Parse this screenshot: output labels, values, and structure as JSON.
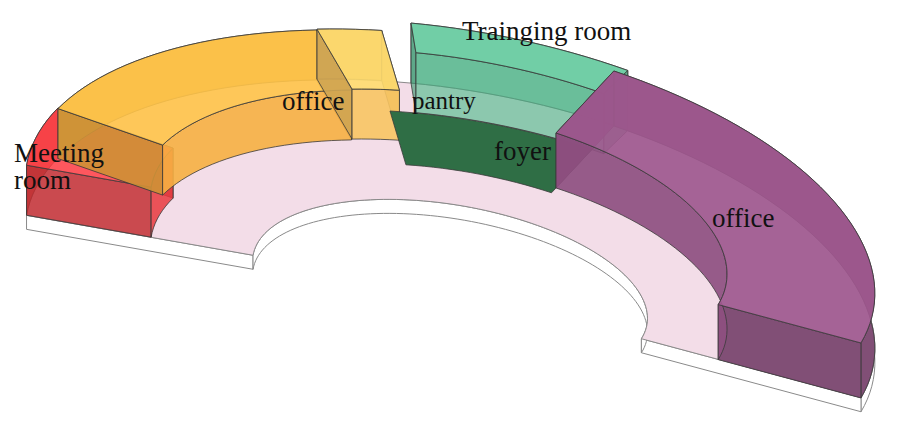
{
  "diagram": {
    "nodes": [
      {
        "text": [
          "Meeting room"
        ]
      },
      {
        "text": [
          "office"
        ]
      },
      {
        "text": [
          "pantry"
        ]
      },
      {
        "text": [
          "Trainging room"
        ]
      },
      {
        "text": [
          "foyer"
        ]
      },
      {
        "text": [
          "office"
        ]
      }
    ]
  }
}
